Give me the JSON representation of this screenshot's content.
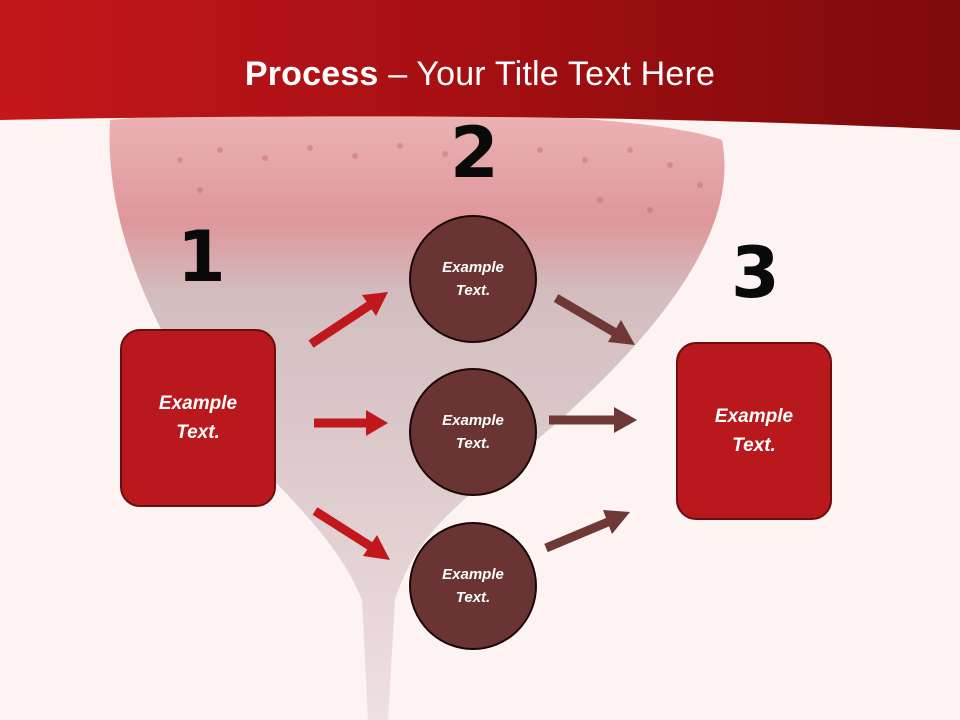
{
  "slide": {
    "title_bold": "Process",
    "title_rest": " – Your Title Text Here"
  },
  "steps": {
    "n1": "1",
    "n2": "2",
    "n3": "3"
  },
  "nodes": {
    "left_box": "Example\nText.",
    "circle_top": "Example\nText.",
    "circle_mid": "Example\nText.",
    "circle_bottom": "Example\nText.",
    "right_box": "Example\nText."
  },
  "colors": {
    "header_red": "#a80f12",
    "box_red": "#b9191c",
    "circle_brown": "#6a3433",
    "arrow_red": "#c0181c",
    "arrow_brown": "#6e3836"
  }
}
